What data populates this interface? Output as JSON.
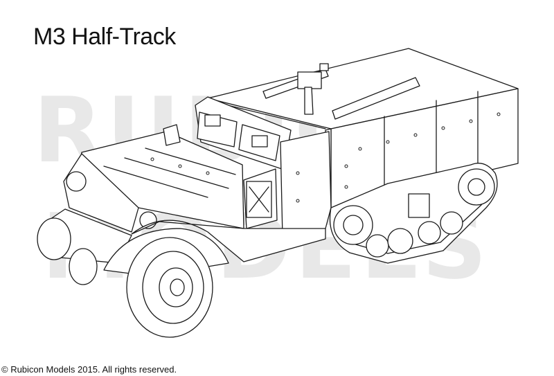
{
  "title": "M3 Half-Track",
  "copyright": "© Rubicon Models 2015. All rights reserved.",
  "watermark": {
    "line1": "RUBICON",
    "line2": "MODELS"
  },
  "illustration": {
    "name": "m3-half-track-line-drawing"
  }
}
